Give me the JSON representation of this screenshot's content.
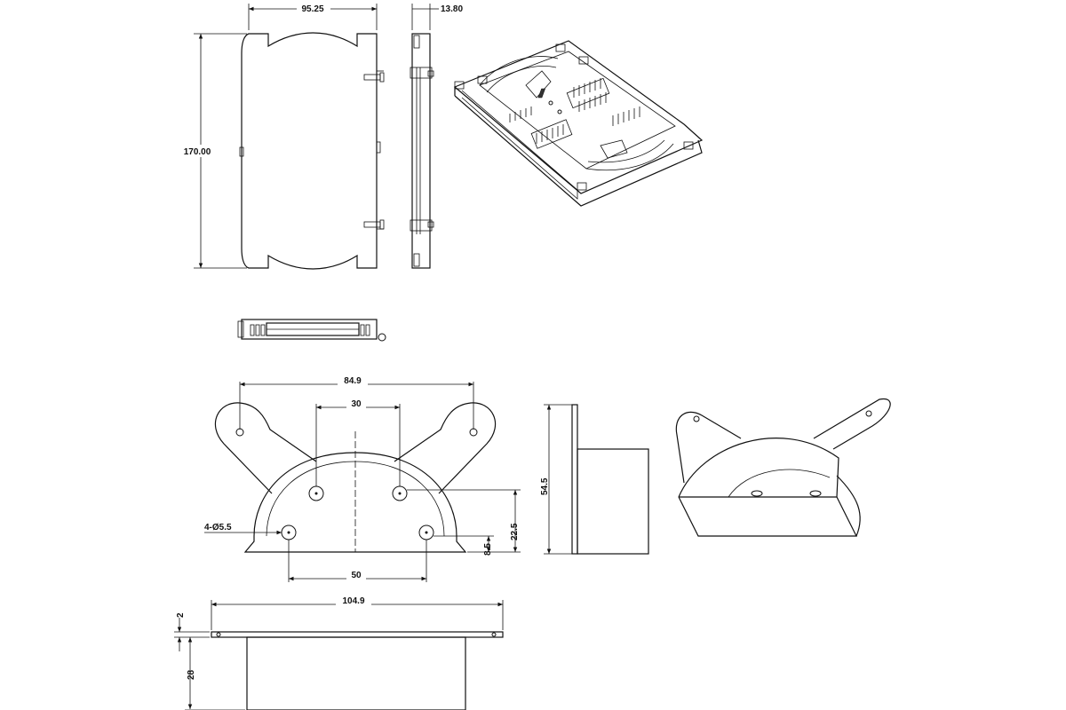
{
  "colors": {
    "line": "#111111",
    "background": "#ffffff"
  },
  "tray": {
    "dimensions": {
      "width": "95.25",
      "height": "170.00",
      "thickness": "13.80"
    }
  },
  "bracket": {
    "dimensions": {
      "hole_span": "84.9",
      "inner_hole_span": "30",
      "hole_callout": "4-Ø5.5",
      "lower_hole_span": "50",
      "height": "22.5",
      "offset": "8.5",
      "side_height": "54.5",
      "total_width": "104.9",
      "plate_thickness": "2",
      "depth": "28"
    }
  }
}
